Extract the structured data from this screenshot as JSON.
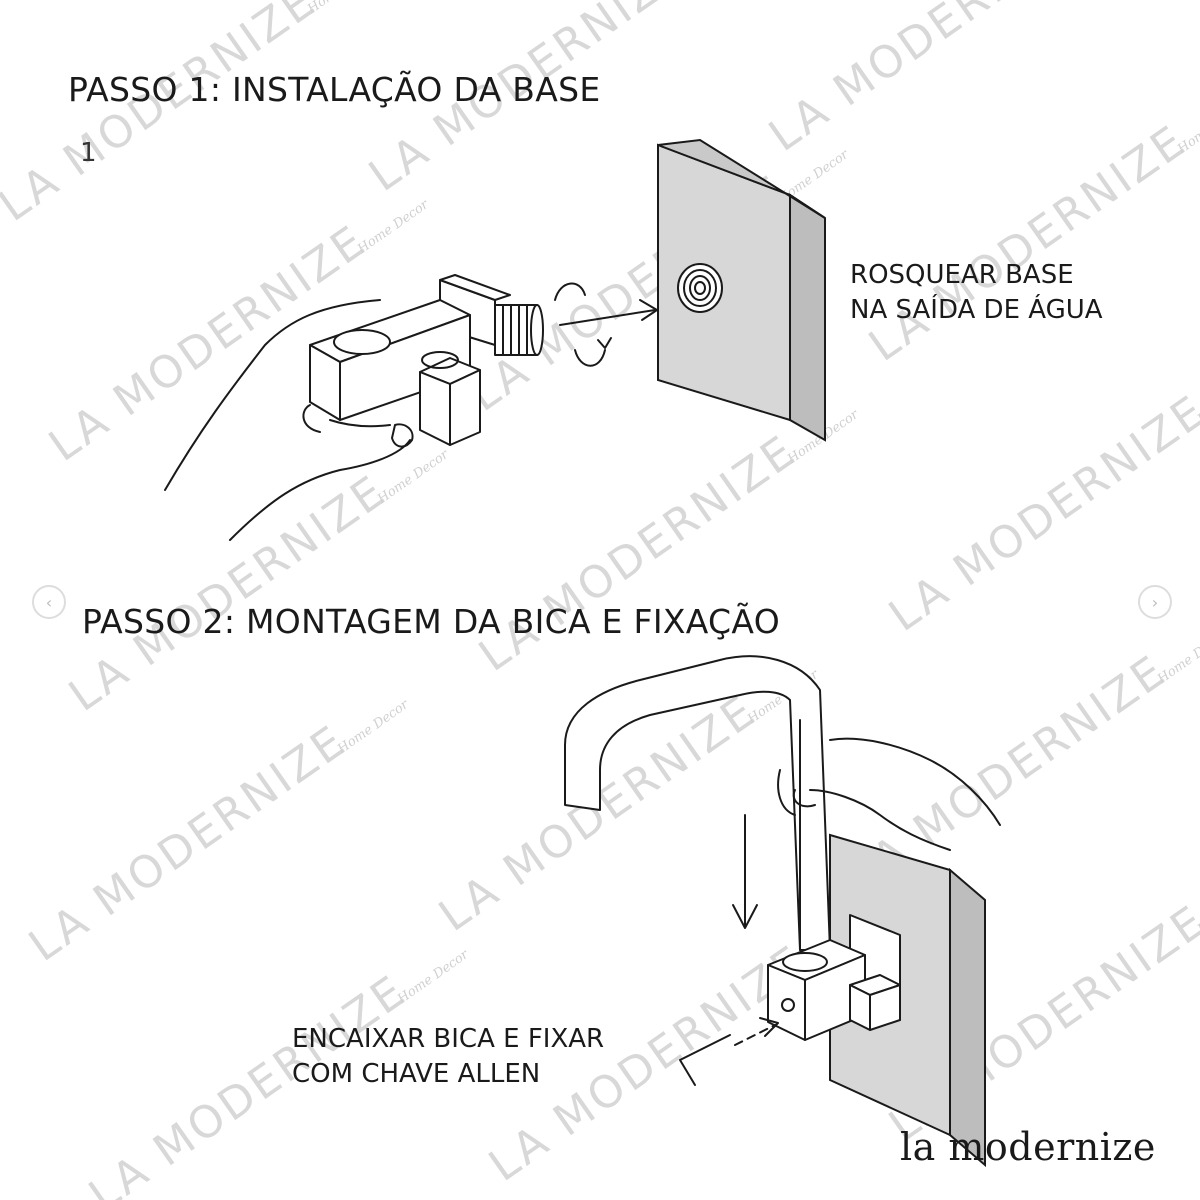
{
  "step1": {
    "title": "PASSO 1: INSTALAÇÃO DA BASE",
    "number": "1",
    "caption_line1": "ROSQUEAR BASE",
    "caption_line2": "NA SAÍDA DE ÁGUA"
  },
  "step2": {
    "title": "PASSO 2: MONTAGEM DA BICA E FIXAÇÃO",
    "caption_line1": "ENCAIXAR BICA E FIXAR",
    "caption_line2": "COM CHAVE ALLEN"
  },
  "watermark": {
    "text": "LA MODERNIZE",
    "subtext": "Home Decor"
  },
  "brand": "la modernize",
  "nav": {
    "prev_icon": "chevron-left-icon",
    "next_icon": "chevron-right-icon"
  },
  "colors": {
    "wall": "#d7d7d7",
    "line": "#1a1a1a",
    "watermark": "#d8d8d8"
  }
}
